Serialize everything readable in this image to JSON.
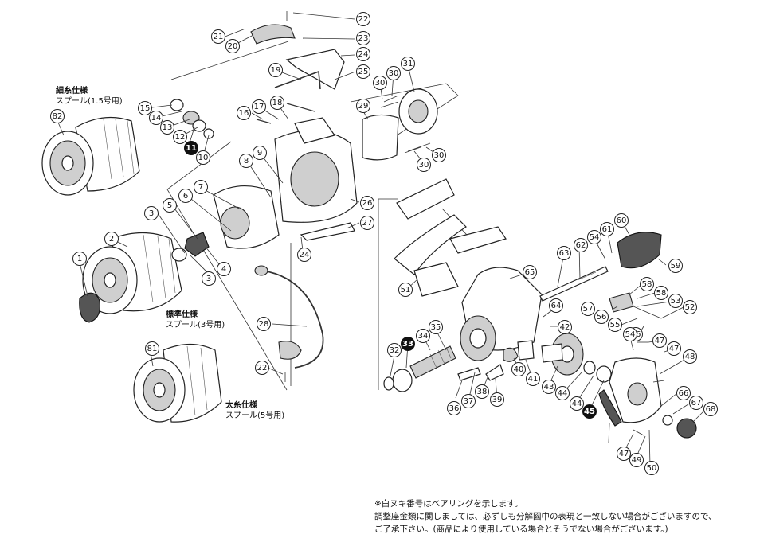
{
  "spool_labels": {
    "fine": {
      "title": "細糸仕様",
      "sub": "スプール(1.5号用)"
    },
    "standard": {
      "title": "標準仕様",
      "sub": "スプール(3号用)"
    },
    "thick": {
      "title": "太糸仕様",
      "sub": "スプール(5号用)"
    }
  },
  "notes": {
    "line1": "※白ヌキ番号はベアリングを示します。",
    "line2": "調整座金類に関しましては、必ずしも分解図中の表現と一致しない場合がございますので、",
    "line3": "ご了承下さい。(商品により使用している場合とそうでない場合がございます。)"
  },
  "callouts": [
    {
      "n": "1"
    },
    {
      "n": "2"
    },
    {
      "n": "3"
    },
    {
      "n": "3"
    },
    {
      "n": "4"
    },
    {
      "n": "5"
    },
    {
      "n": "6"
    },
    {
      "n": "7"
    },
    {
      "n": "8"
    },
    {
      "n": "9"
    },
    {
      "n": "10"
    },
    {
      "n": "11",
      "bearing": true
    },
    {
      "n": "12"
    },
    {
      "n": "13"
    },
    {
      "n": "14"
    },
    {
      "n": "15"
    },
    {
      "n": "16"
    },
    {
      "n": "17"
    },
    {
      "n": "18"
    },
    {
      "n": "19"
    },
    {
      "n": "20"
    },
    {
      "n": "21"
    },
    {
      "n": "22"
    },
    {
      "n": "22"
    },
    {
      "n": "23"
    },
    {
      "n": "24"
    },
    {
      "n": "24"
    },
    {
      "n": "25"
    },
    {
      "n": "26"
    },
    {
      "n": "27"
    },
    {
      "n": "28"
    },
    {
      "n": "29"
    },
    {
      "n": "30"
    },
    {
      "n": "30"
    },
    {
      "n": "30"
    },
    {
      "n": "30"
    },
    {
      "n": "31"
    },
    {
      "n": "32"
    },
    {
      "n": "33",
      "bearing": true
    },
    {
      "n": "34"
    },
    {
      "n": "35"
    },
    {
      "n": "36"
    },
    {
      "n": "37"
    },
    {
      "n": "38"
    },
    {
      "n": "39"
    },
    {
      "n": "40"
    },
    {
      "n": "41"
    },
    {
      "n": "42"
    },
    {
      "n": "43"
    },
    {
      "n": "44"
    },
    {
      "n": "44"
    },
    {
      "n": "45",
      "bearing": true
    },
    {
      "n": "46"
    },
    {
      "n": "47"
    },
    {
      "n": "47"
    },
    {
      "n": "47"
    },
    {
      "n": "48"
    },
    {
      "n": "49"
    },
    {
      "n": "50"
    },
    {
      "n": "51"
    },
    {
      "n": "52"
    },
    {
      "n": "53"
    },
    {
      "n": "54"
    },
    {
      "n": "54"
    },
    {
      "n": "55"
    },
    {
      "n": "56"
    },
    {
      "n": "57"
    },
    {
      "n": "58"
    },
    {
      "n": "58"
    },
    {
      "n": "59"
    },
    {
      "n": "60"
    },
    {
      "n": "61"
    },
    {
      "n": "62"
    },
    {
      "n": "63"
    },
    {
      "n": "64"
    },
    {
      "n": "65"
    },
    {
      "n": "66"
    },
    {
      "n": "67"
    },
    {
      "n": "68"
    },
    {
      "n": "81"
    },
    {
      "n": "82"
    }
  ]
}
